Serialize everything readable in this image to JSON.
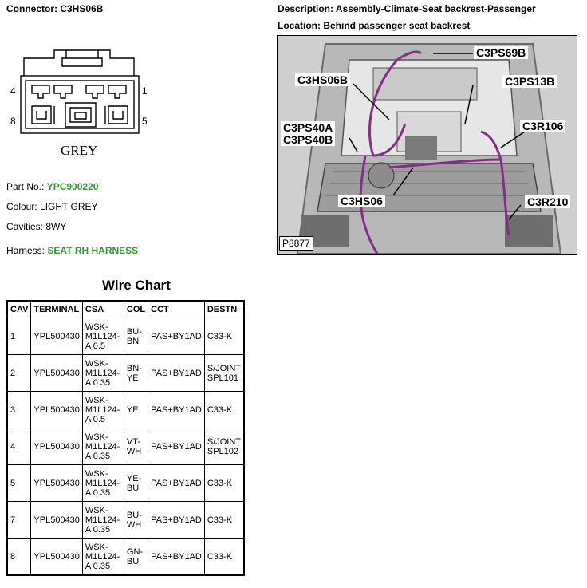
{
  "connector": {
    "label": "Connector:",
    "value": "C3HS06B"
  },
  "description": {
    "label": "Description:",
    "value": "Assembly-Climate-Seat backrest-Passenger"
  },
  "location": {
    "label": "Location:",
    "value": "Behind passenger seat backrest"
  },
  "diagram": {
    "pin_tl": "4",
    "pin_tr": "1",
    "pin_bl": "8",
    "pin_br": "5",
    "colour_text": "GREY"
  },
  "info": {
    "part_no_label": "Part No.:",
    "part_no": "YPC900220",
    "colour_label": "Colour:",
    "colour": "LIGHT GREY",
    "cavities_label": "Cavities:",
    "cavities": "8WY",
    "harness_label": "Harness:",
    "harness": "SEAT RH HARNESS"
  },
  "photo": {
    "callouts": [
      "C3PS69B",
      "C3HS06B",
      "C3PS13B",
      "C3PS40A",
      "C3PS40B",
      "C3R106",
      "C3HS06",
      "C3R210"
    ],
    "code": "P8877"
  },
  "wire_chart": {
    "title": "Wire Chart",
    "headers": [
      "CAV",
      "TERMINAL",
      "CSA",
      "COL",
      "CCT",
      "DESTN"
    ],
    "rows": [
      {
        "cav": "1",
        "terminal": "YPL500430",
        "csa": "WSK-M1L124-A 0.5",
        "col": "BU-BN",
        "cct": "PAS+BY1AD",
        "destn": "C33-K"
      },
      {
        "cav": "2",
        "terminal": "YPL500430",
        "csa": "WSK-M1L124-A 0.35",
        "col": "BN-YE",
        "cct": "PAS+BY1AD",
        "destn": "S/JOINT SPL101"
      },
      {
        "cav": "3",
        "terminal": "YPL500430",
        "csa": "WSK-M1L124-A 0.5",
        "col": "YE",
        "cct": "PAS+BY1AD",
        "destn": "C33-K"
      },
      {
        "cav": "4",
        "terminal": "YPL500430",
        "csa": "WSK-M1L124-A 0.35",
        "col": "VT-WH",
        "cct": "PAS+BY1AD",
        "destn": "S/JOINT SPL102"
      },
      {
        "cav": "5",
        "terminal": "YPL500430",
        "csa": "WSK-M1L124-A 0.35",
        "col": "YE-BU",
        "cct": "PAS+BY1AD",
        "destn": "C33-K"
      },
      {
        "cav": "7",
        "terminal": "YPL500430",
        "csa": "WSK-M1L124-A 0.35",
        "col": "BU-WH",
        "cct": "PAS+BY1AD",
        "destn": "C33-K"
      },
      {
        "cav": "8",
        "terminal": "YPL500430",
        "csa": "WSK-M1L124-A 0.35",
        "col": "GN-BU",
        "cct": "PAS+BY1AD",
        "destn": "C33-K"
      }
    ]
  },
  "colors": {
    "green_text": "#2e9a2e",
    "harness_purple": "#8b2a8b"
  }
}
